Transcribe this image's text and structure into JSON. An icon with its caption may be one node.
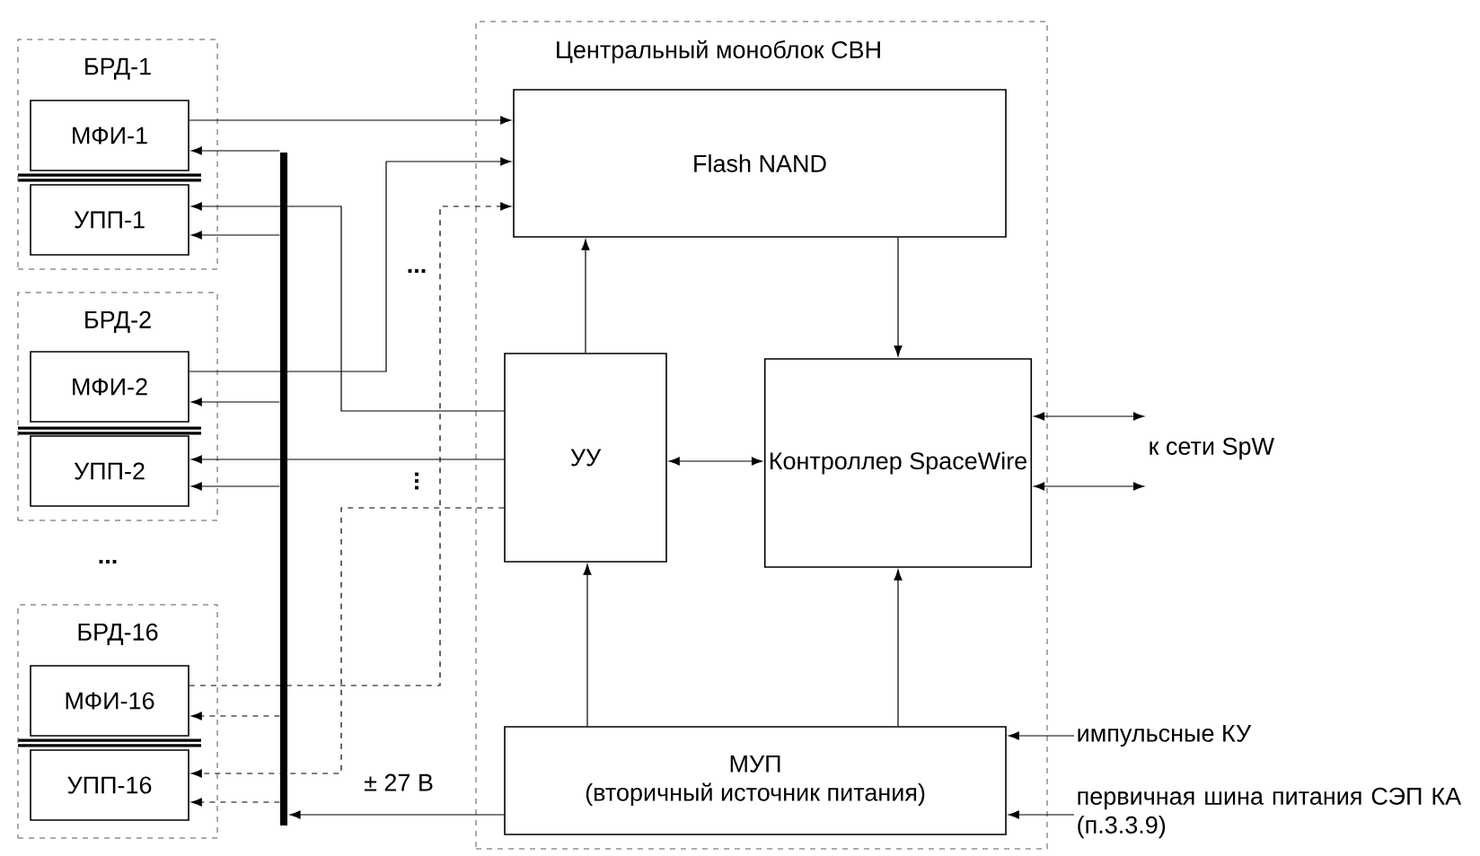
{
  "diagram": {
    "nodes": [
      {
        "text": [
          "БРД-1"
        ]
      },
      {
        "text": [
          "МФИ-1"
        ],
        "in": 0
      },
      {
        "text": [
          "УПП-1"
        ],
        "in": 0
      },
      {
        "text": [
          "БРД-2"
        ]
      },
      {
        "text": [
          "МФИ-2"
        ],
        "in": 3
      },
      {
        "text": [
          "УПП-2"
        ],
        "in": 3
      },
      {
        "text": [
          "БРД-16"
        ]
      },
      {
        "text": [
          "МФИ-16"
        ],
        "in": 6
      },
      {
        "text": [
          "УПП-16"
        ],
        "in": 6
      },
      {
        "text": [
          "Центральный моноблок СВН"
        ]
      },
      {
        "text": [
          "Flash NAND"
        ],
        "in": 9
      },
      {
        "text": [
          "УУ"
        ],
        "in": 9
      },
      {
        "text": [
          "Контроллер SpaceWire"
        ],
        "in": 9
      },
      {
        "text": [
          "МУП",
          "(вторичный источник питания)"
        ],
        "in": 9
      },
      {
        "text": [
          "к сети SpW"
        ]
      },
      {
        "text": [
          "импульсные КУ"
        ]
      },
      {
        "text": [
          "первичная шина питания СЭП КА (п.3.3.9)"
        ]
      },
      {
        "text": [],
        "shape": "bar"
      }
    ],
    "edges": [
      {
        "from": 1,
        "to": 10,
        "arrow": "to"
      },
      {
        "from": 4,
        "to": 10,
        "arrow": "to"
      },
      {
        "from": 7,
        "to": 10,
        "arrow": "to",
        "style": "dashed"
      },
      {
        "from": 11,
        "to": 2,
        "arrow": "to"
      },
      {
        "from": 11,
        "to": 5,
        "arrow": "to"
      },
      {
        "from": 11,
        "to": 8,
        "arrow": "to",
        "style": "dashed"
      },
      {
        "from": 17,
        "to": 1,
        "arrow": "to"
      },
      {
        "from": 17,
        "to": 2,
        "arrow": "to"
      },
      {
        "from": 17,
        "to": 4,
        "arrow": "to"
      },
      {
        "from": 17,
        "to": 5,
        "arrow": "to"
      },
      {
        "from": 17,
        "to": 7,
        "arrow": "to",
        "style": "dashed"
      },
      {
        "from": 17,
        "to": 8,
        "arrow": "to",
        "style": "dashed"
      },
      {
        "from": 13,
        "to": 17,
        "arrow": "to",
        "label": "± 27 В"
      },
      {
        "from": 11,
        "to": 10,
        "arrow": "to"
      },
      {
        "from": 10,
        "to": 12,
        "arrow": "to"
      },
      {
        "from": 11,
        "to": 12,
        "arrow": "both"
      },
      {
        "from": 13,
        "to": 11,
        "arrow": "to"
      },
      {
        "from": 13,
        "to": 12,
        "arrow": "to"
      },
      {
        "from": 12,
        "to": 14,
        "arrow": "both"
      },
      {
        "from": 12,
        "to": 14,
        "arrow": "both"
      },
      {
        "from": 15,
        "to": 13,
        "arrow": "to"
      },
      {
        "from": 16,
        "to": 13,
        "arrow": "to"
      }
    ],
    "labels": [
      "...",
      "...",
      "..."
    ]
  }
}
